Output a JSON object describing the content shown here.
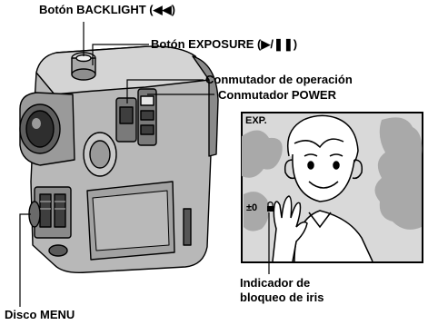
{
  "labels": {
    "backlight": "Botón BACKLIGHT (◀◀)",
    "exposure": "Botón EXPOSURE (▶/❚❚)",
    "operation": "Conmutador de operación",
    "power": "Conmutador POWER",
    "iris_line1": "Indicador de",
    "iris_line2": "bloqueo de iris",
    "menu": "Disco MENU"
  },
  "screen": {
    "exp_text": "EXP.",
    "value_text": "±0"
  },
  "colors": {
    "ink": "#000000",
    "camera_body": "#b8b8b8",
    "camera_dark": "#6e6e6e",
    "screen_bg": "#d9d9d9",
    "cloud": "#a9a9a9"
  }
}
